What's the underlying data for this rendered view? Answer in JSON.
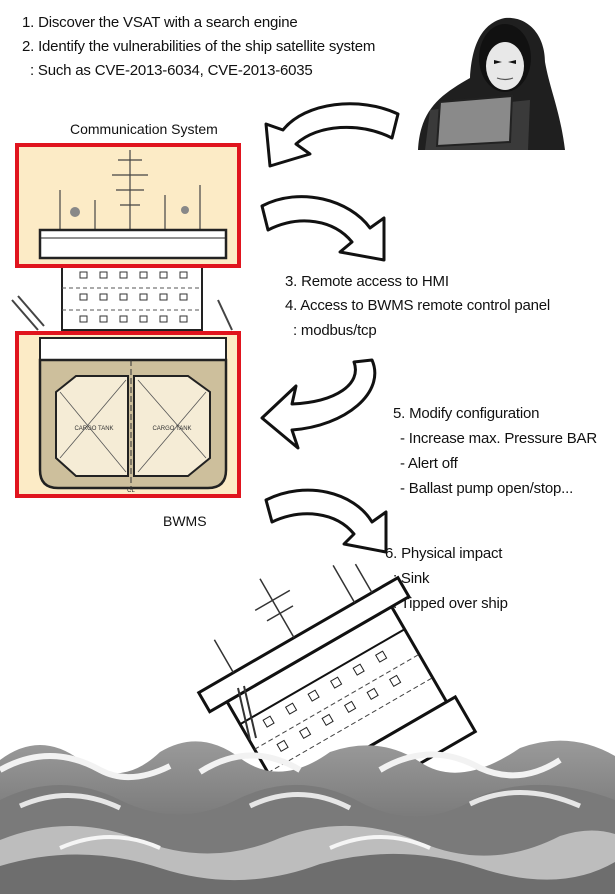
{
  "steps": {
    "step1": "1. Discover the VSAT with a search engine",
    "step2": "2. Identify the vulnerabilities of the ship satellite system",
    "step2_detail": ": Such as CVE-2013-6034, CVE-2013-6035",
    "step3": "3. Remote access to HMI",
    "step4": "4. Access to BWMS remote control panel",
    "step4_detail": ": modbus/tcp",
    "step5": "5. Modify configuration",
    "step5_items": [
      "- Increase max. Pressure BAR",
      "- Alert off",
      "- Ballast pump open/stop..."
    ],
    "step6": "6. Physical impact",
    "step6_items": [
      ": Sink",
      ": Tipped over ship"
    ]
  },
  "labels": {
    "communication_system": "Communication System",
    "bwms": "BWMS",
    "cargo_tank_left": "CARGO TANK",
    "cargo_tank_right": "CARGO TANK",
    "centerline": "CL"
  },
  "colors": {
    "highlight_border": "#e0141e",
    "highlight_fill": "#fcebc6",
    "ship_hull": "#cdbf9c",
    "wave_dark": "#6e6e6e",
    "wave_light": "#bdbdbd"
  }
}
